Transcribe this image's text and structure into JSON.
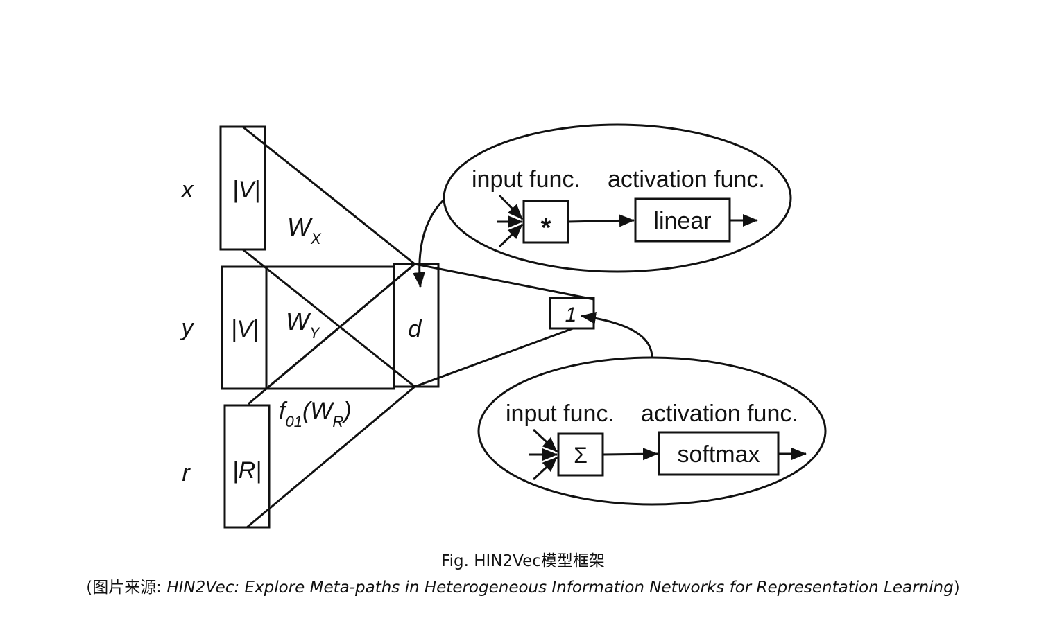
{
  "diagram": {
    "row_labels": {
      "x": "x",
      "y": "y",
      "r": "r"
    },
    "vocab_x": "|V|",
    "vocab_y": "|V|",
    "vocab_r": "|R|",
    "weight_x": {
      "base": "W",
      "sub": "X"
    },
    "weight_y": {
      "base": "W",
      "sub": "Y"
    },
    "weight_r": {
      "fn": "f",
      "fn_sub": "01",
      "open": "(",
      "base": "W",
      "sub": "R",
      "close": ")"
    },
    "hidden_d": "d",
    "output": "1",
    "top_unit": {
      "input_label": "input func.",
      "activation_label": "activation func.",
      "input_op": "*",
      "activation": "linear"
    },
    "bottom_unit": {
      "input_label": "input func.",
      "activation_label": "activation func.",
      "input_op": "Σ",
      "activation": "softmax"
    }
  },
  "caption": {
    "line1": "Fig. HIN2Vec模型框架",
    "line2_open": "(图片来源: ",
    "line2_title": "HIN2Vec: Explore Meta-paths in Heterogeneous Information Networks for Representation Learning",
    "line2_close": ")"
  }
}
